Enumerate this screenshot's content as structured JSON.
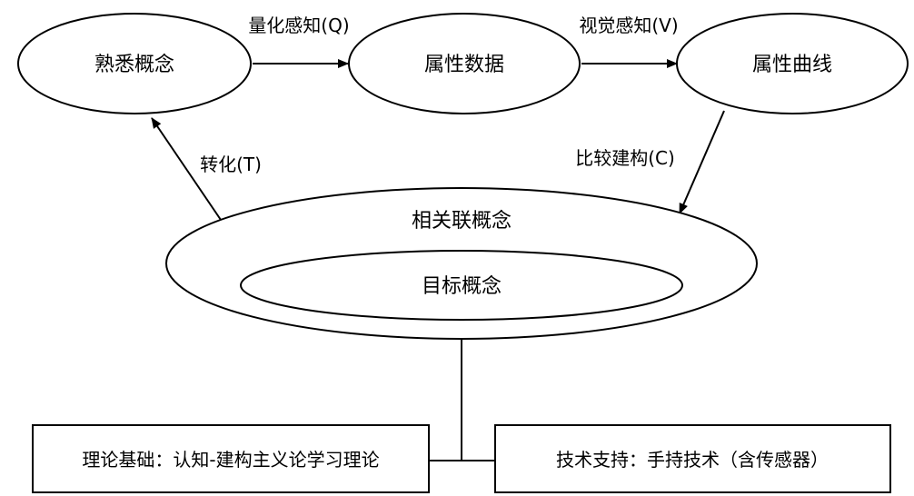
{
  "diagram": {
    "nodes": {
      "familiar_concept": "熟悉概念",
      "attribute_data": "属性数据",
      "attribute_curve": "属性曲线",
      "related_concept": "相关联概念",
      "target_concept": "目标概念"
    },
    "edges": {
      "quantitative_perception": "量化感知(Q)",
      "visual_perception": "视觉感知(V)",
      "comparative_construction": "比较建构(C)",
      "transformation": "转化(T)"
    },
    "boxes": {
      "theory_basis": "理论基础：认知-建构主义论学习理论",
      "tech_support": "技术支持：手持技术（含传感器）"
    }
  }
}
